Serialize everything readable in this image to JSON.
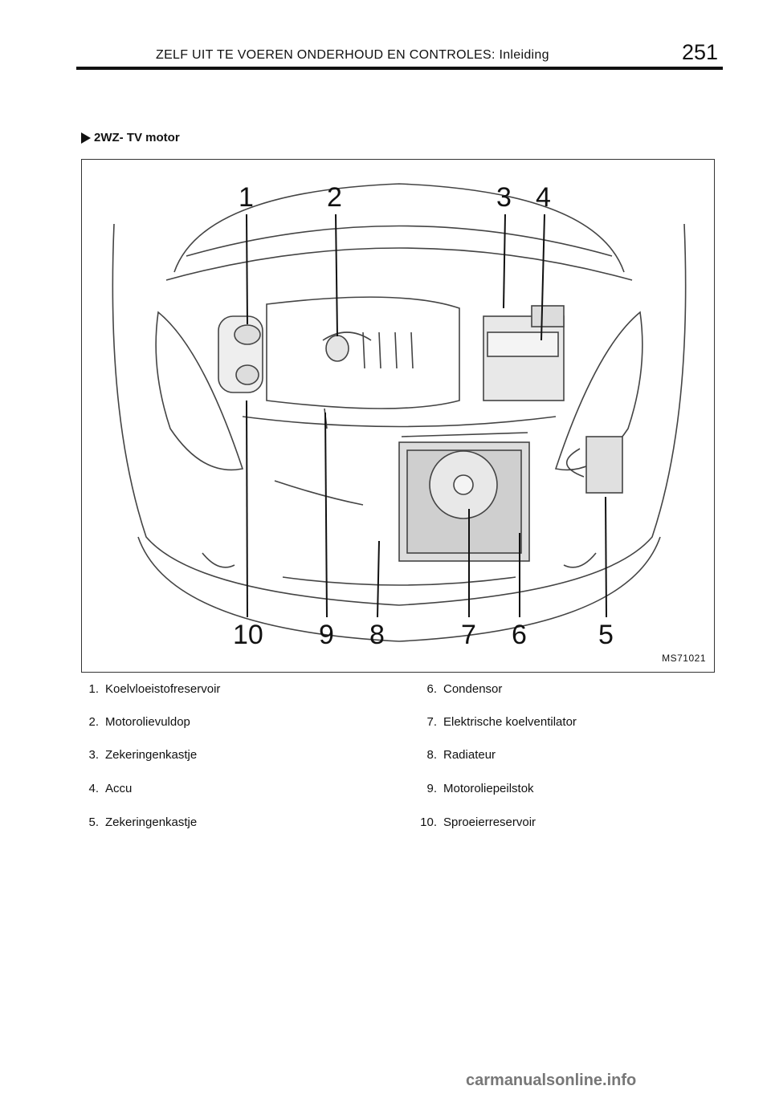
{
  "header": {
    "title": "ZELF UIT TE VOEREN ONDERHOUD EN CONTROLES: Inleiding",
    "page_number": "251"
  },
  "section": {
    "title": "2WZ- TV motor"
  },
  "figure": {
    "code": "MS71021",
    "callouts": [
      "1",
      "2",
      "3",
      "4",
      "5",
      "6",
      "7",
      "8",
      "9",
      "10"
    ]
  },
  "legend": {
    "left": [
      {
        "num": "1.",
        "label": "Koelvloeistofreservoir"
      },
      {
        "num": "2.",
        "label": "Motorolievuldop"
      },
      {
        "num": "3.",
        "label": "Zekeringenkastje"
      },
      {
        "num": "4.",
        "label": "Accu"
      },
      {
        "num": "5.",
        "label": "Zekeringenkastje"
      }
    ],
    "right": [
      {
        "num": "6.",
        "label": "Condensor"
      },
      {
        "num": "7.",
        "label": "Elektrische koelventilator"
      },
      {
        "num": "8.",
        "label": "Radiateur"
      },
      {
        "num": "9.",
        "label": "Motoroliepeilstok"
      },
      {
        "num": "10.",
        "label": "Sproeierreservoir"
      }
    ]
  },
  "footer": {
    "watermark": "carmanualsonline.info"
  }
}
